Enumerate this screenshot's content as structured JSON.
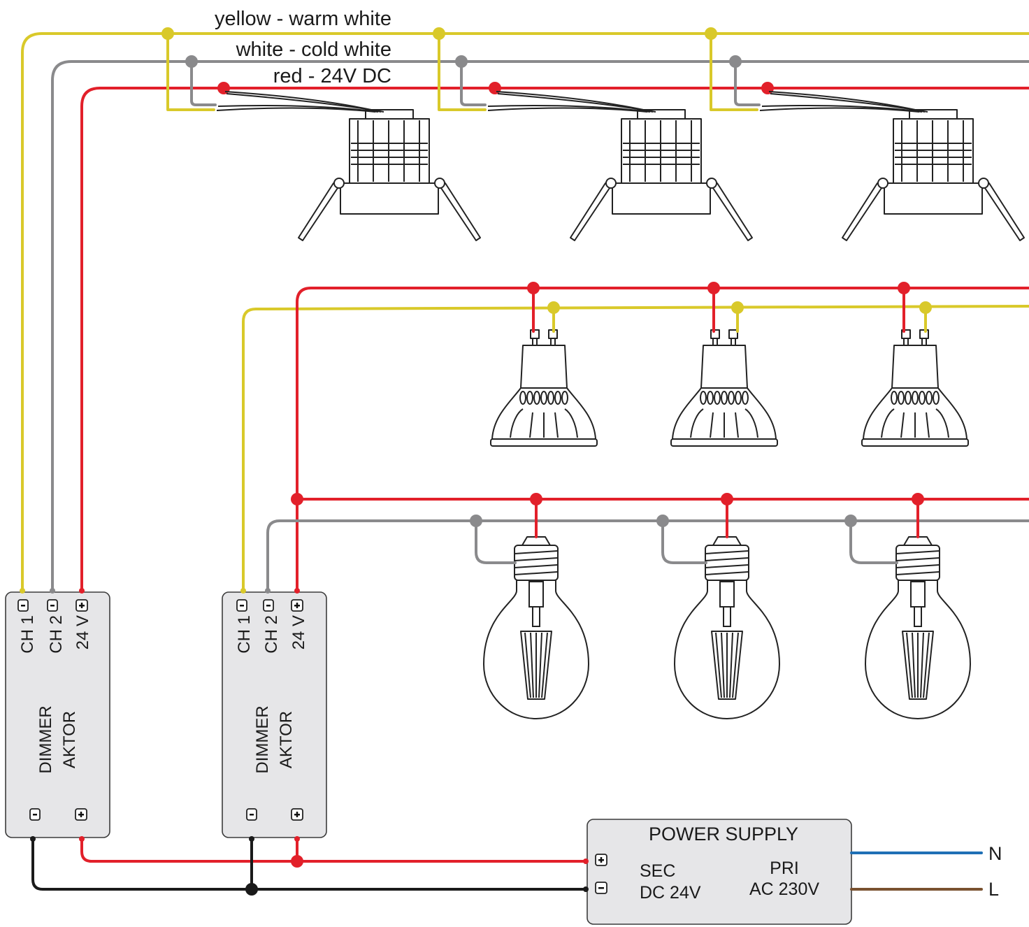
{
  "legend": {
    "yellow": "yellow - warm white",
    "white": "white - cold white",
    "red": "red - 24V DC"
  },
  "colors": {
    "yellow": "#d9c92a",
    "grey": "#8a8a8c",
    "red": "#e2202a",
    "black": "#1a1a1a",
    "blue": "#1f6fb5",
    "brown": "#7a5230",
    "box_fill": "#e6e6e8"
  },
  "dimmers": [
    {
      "ch1": "CH 1",
      "ch2": "CH 2",
      "v24": "24 V",
      "name_line1": "DIMMER",
      "name_line2": "AKTOR"
    },
    {
      "ch1": "CH 1",
      "ch2": "CH 2",
      "v24": "24 V",
      "name_line1": "DIMMER",
      "name_line2": "AKTOR"
    }
  ],
  "power_supply": {
    "title": "POWER SUPPLY",
    "sec_line1": "SEC",
    "sec_line2": "DC 24V",
    "pri_line1": "PRI",
    "pri_line2": "AC 230V",
    "out_n": "N",
    "out_l": "L"
  },
  "fixtures": {
    "downlights": 3,
    "gu10_spots": 3,
    "e27_bulbs": 3
  },
  "icons": [
    "minus-terminal-icon",
    "plus-terminal-icon",
    "downlight-icon",
    "gu10-spot-icon",
    "e27-bulb-icon"
  ]
}
